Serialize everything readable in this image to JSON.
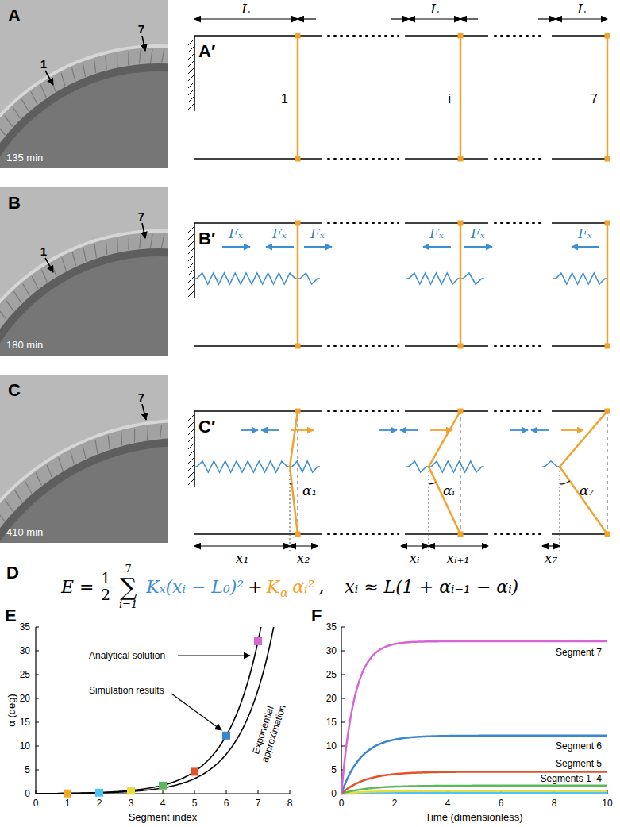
{
  "diagram": {
    "nodes": [
      {
        "text": [
          "A",
          "1",
          "7",
          "135 min"
        ]
      },
      {
        "text": [
          "B",
          "1",
          "7",
          "180 min"
        ]
      },
      {
        "text": [
          "C",
          "7",
          "410 min"
        ]
      }
    ],
    "labels": [
      "A′",
      "L",
      "L",
      "L",
      "1",
      "i",
      "7",
      "B′",
      "Fₓ",
      "Fₓ",
      "Fₓ",
      "Fₓ",
      "Fₓ",
      "Fₓ",
      "C′",
      "α₁",
      "αᵢ",
      "α₇",
      "x₁",
      "x₂",
      "xᵢ",
      "xᵢ₊₁",
      "x₇",
      "D",
      "E =",
      "1",
      "2",
      "7",
      "∑",
      "i=1",
      "Kₓ(xᵢ − L₀)²",
      "+",
      "K",
      "α",
      "αᵢ²",
      ",",
      "xᵢ ≈ L(1 + αᵢ₋₁ − αᵢ)",
      "E",
      "0",
      "5",
      "10",
      "15",
      "20",
      "25",
      "30",
      "35",
      "α (deg)",
      "0",
      "1",
      "2",
      "3",
      "4",
      "5",
      "6",
      "7",
      "8",
      "Segment index",
      "Analytical solution",
      "Simulation results",
      "Exponential approximation",
      "F",
      "0",
      "5",
      "10",
      "15",
      "20",
      "25",
      "30",
      "35",
      "0",
      "2",
      "4",
      "6",
      "8",
      "10",
      "Time (dimensionless)",
      "Segment 7",
      "Segment 6",
      "Segment 5",
      "Segments 1–4"
    ]
  }
}
